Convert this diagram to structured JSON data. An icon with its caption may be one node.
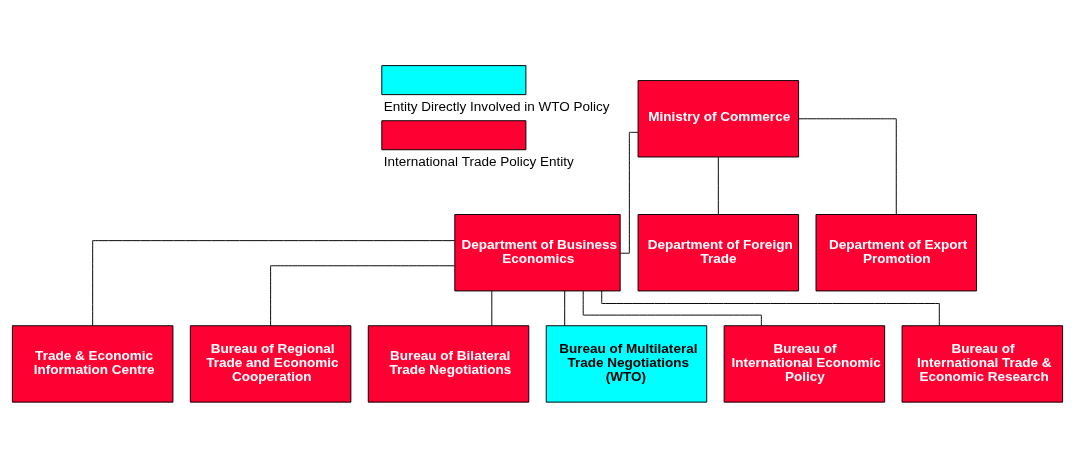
{
  "diagram": {
    "nodes": [
      {
        "text": [
          "Ministry of Commerce"
        ]
      },
      {
        "text": [
          "Department of Business Economics"
        ]
      },
      {
        "text": [
          "Department of Foreign Trade"
        ]
      },
      {
        "text": [
          "Department of Export Promotion"
        ]
      },
      {
        "text": [
          "Trade & Economic Information Centre"
        ]
      },
      {
        "text": [
          "Bureau of Regional Trade and Economic Cooperation"
        ]
      },
      {
        "text": [
          "Bureau of Bilateral Trade Negotiations"
        ]
      },
      {
        "text": [
          "Bureau of Multilateral Trade Negotiations (WTO)"
        ]
      },
      {
        "text": [
          "Bureau of International Economic Policy"
        ]
      },
      {
        "text": [
          "Bureau of International Trade & Economic Research"
        ]
      }
    ],
    "edges": [
      {
        "from": 0,
        "to": 1,
        "arrow": "none"
      },
      {
        "from": 0,
        "to": 2,
        "arrow": "none"
      },
      {
        "from": 0,
        "to": 3,
        "arrow": "none"
      },
      {
        "from": 1,
        "to": 4,
        "arrow": "none"
      },
      {
        "from": 1,
        "to": 5,
        "arrow": "none"
      },
      {
        "from": 1,
        "to": 6,
        "arrow": "none"
      },
      {
        "from": 1,
        "to": 7,
        "arrow": "none"
      },
      {
        "from": 1,
        "to": 8,
        "arrow": "none"
      },
      {
        "from": 1,
        "to": 9,
        "arrow": "none"
      }
    ],
    "legend": [
      {
        "text": "Entity Directly Involved in WTO Policy",
        "color": "#00ffff"
      },
      {
        "text": "International Trade Policy Entity",
        "color": "#ff0033"
      }
    ]
  }
}
